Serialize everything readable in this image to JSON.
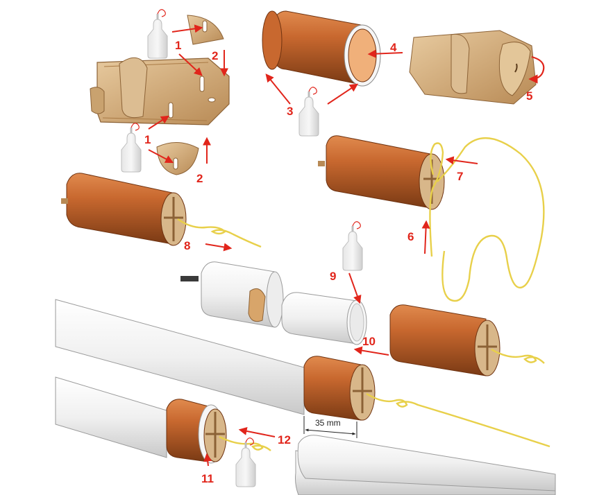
{
  "steps": {
    "s1a": "1",
    "s1b": "1",
    "s2a": "2",
    "s2b": "2",
    "s3": "3",
    "s4": "4",
    "s5": "5",
    "s6": "6",
    "s7": "7",
    "s8": "8",
    "s9": "9",
    "s10": "10",
    "s11": "11",
    "s12": "12"
  },
  "dimension": "35 mm",
  "colors": {
    "arrow": "#e1251b",
    "tube": "#c8682f",
    "wood": "#d8b78a",
    "string": "#e8d04a",
    "pipe": "#f2f2f2"
  }
}
